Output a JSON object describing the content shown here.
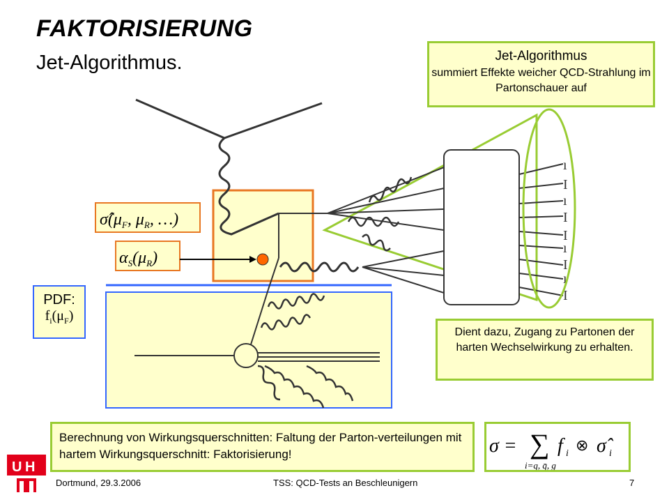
{
  "slide": {
    "title": "FAKTORISIERUNG",
    "subtitle": "Jet-Algorithmus."
  },
  "callouts": {
    "jet_title": "Jet-Algorithmus",
    "jet_body": "summiert Effekte weicher QCD-Strahlung im Partonschauer auf",
    "dient": "Dient dazu, Zugang zu Partonen der harten Wechselwirkung zu erhalten.",
    "calc": "Berechnung von Wirkungsquerschnitten: Faltung der Parton-verteilungen mit hartem Wirkungsquerschnitt: Faktorisierung!"
  },
  "pdf": {
    "label": "PDF:"
  },
  "footer": {
    "place_date": "Dortmund, 29.3.2006",
    "talk_title": "TSS: QCD-Tests an Beschleunigern",
    "page": "7"
  },
  "colors": {
    "box_fill": "#ffffcc",
    "box_border_green": "#99cc33",
    "hard_box_border": "#e87722",
    "blue": "#3366ff",
    "logo_red": "#e2001a",
    "vertex_orange": "#ff6600"
  }
}
